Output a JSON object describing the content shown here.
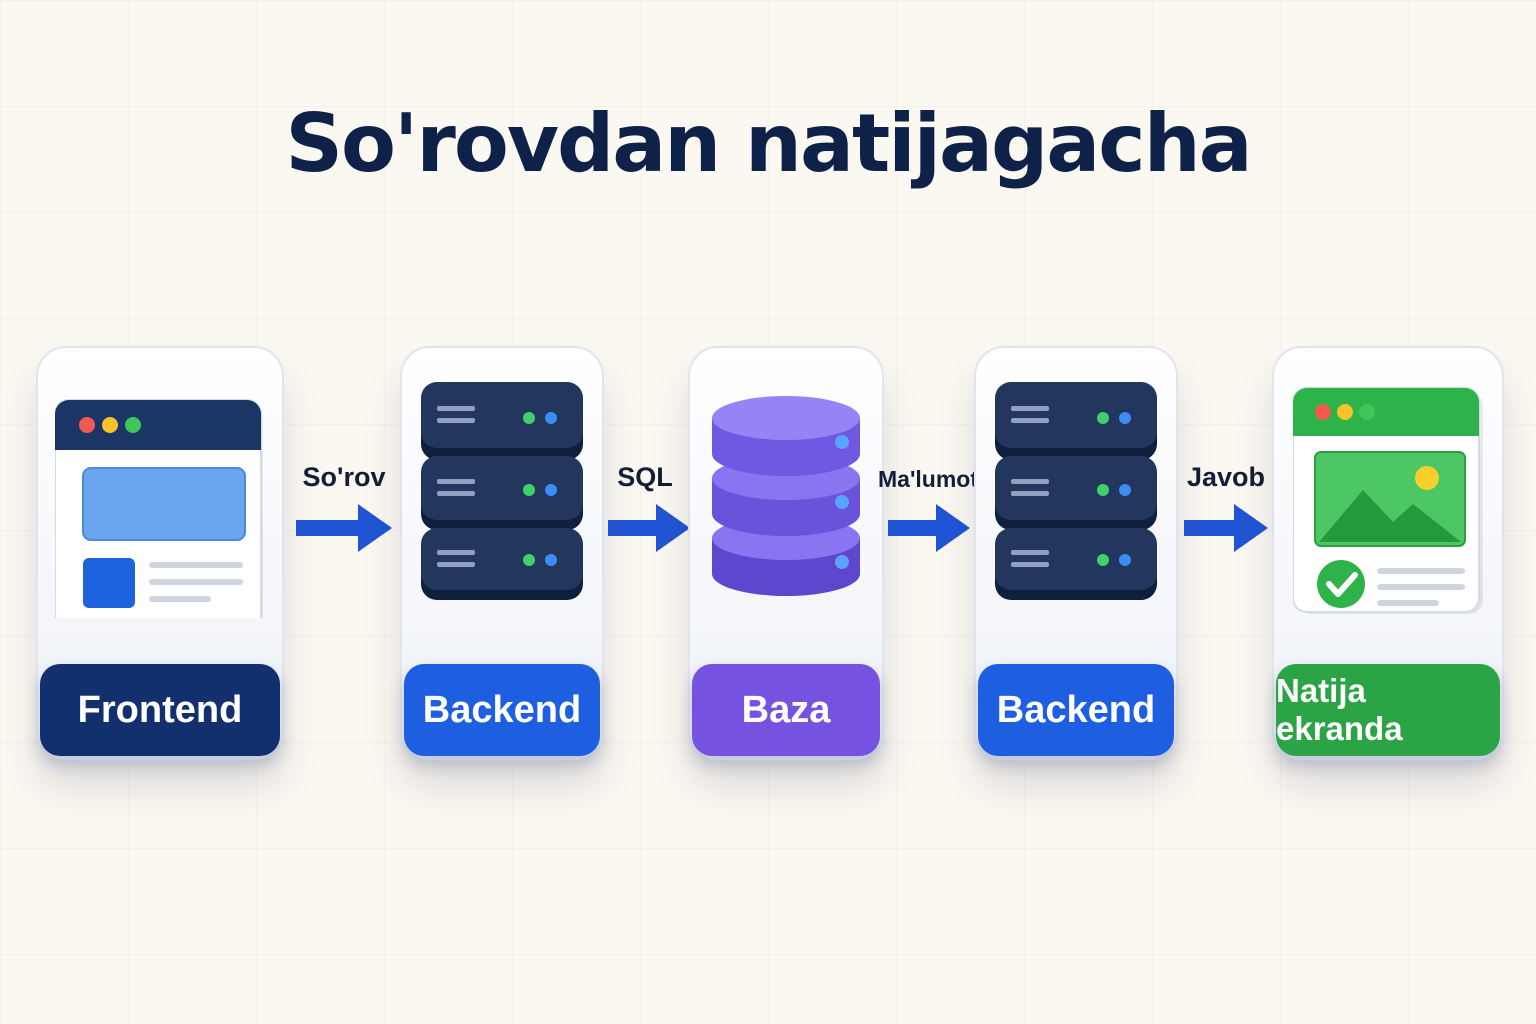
{
  "title": "So'rovdan natijagacha",
  "stages": [
    {
      "label": "Frontend",
      "color": "#12306e",
      "icon": "browser-window-icon"
    },
    {
      "label": "Backend",
      "color": "#1d5fe0",
      "icon": "server-stack-icon"
    },
    {
      "label": "Baza",
      "color": "#7552e0",
      "icon": "database-icon"
    },
    {
      "label": "Backend",
      "color": "#1d5fe0",
      "icon": "server-stack-icon"
    },
    {
      "label": "Natija ekranda",
      "color": "#2aa444",
      "icon": "result-window-icon"
    }
  ],
  "connectors": [
    {
      "label": "So'rov",
      "icon": "arrow-right-icon"
    },
    {
      "label": "SQL",
      "icon": "arrow-right-icon"
    },
    {
      "label": "Ma'lumot",
      "icon": "arrow-right-icon"
    },
    {
      "label": "Javob",
      "icon": "arrow-right-icon"
    }
  ],
  "colors": {
    "title": "#0e2148",
    "arrow": "#2155d6",
    "server": "#1c2f54",
    "database": "#7a63e8",
    "result_header": "#2db34a"
  }
}
